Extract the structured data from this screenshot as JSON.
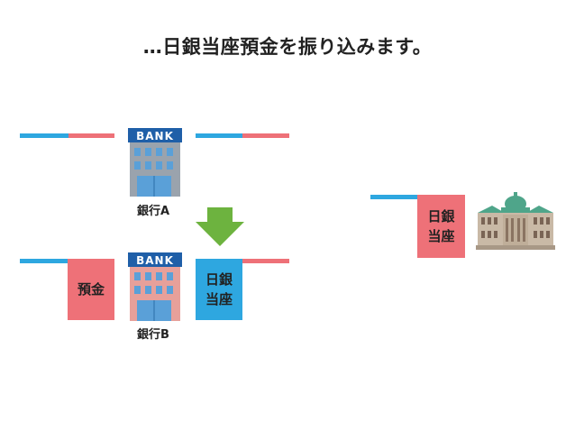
{
  "title": "…日銀当座預金を振り込みます。",
  "bank_sign": "BANK",
  "bank_a_label": "銀行A",
  "bank_b_label": "銀行B",
  "deposit_label": "預金",
  "boj_account_label_line1": "日銀",
  "boj_account_label_line2": "当座",
  "colors": {
    "blue": "#2ea7e0",
    "pink": "#ee7178",
    "arrow": "#6db33f"
  }
}
